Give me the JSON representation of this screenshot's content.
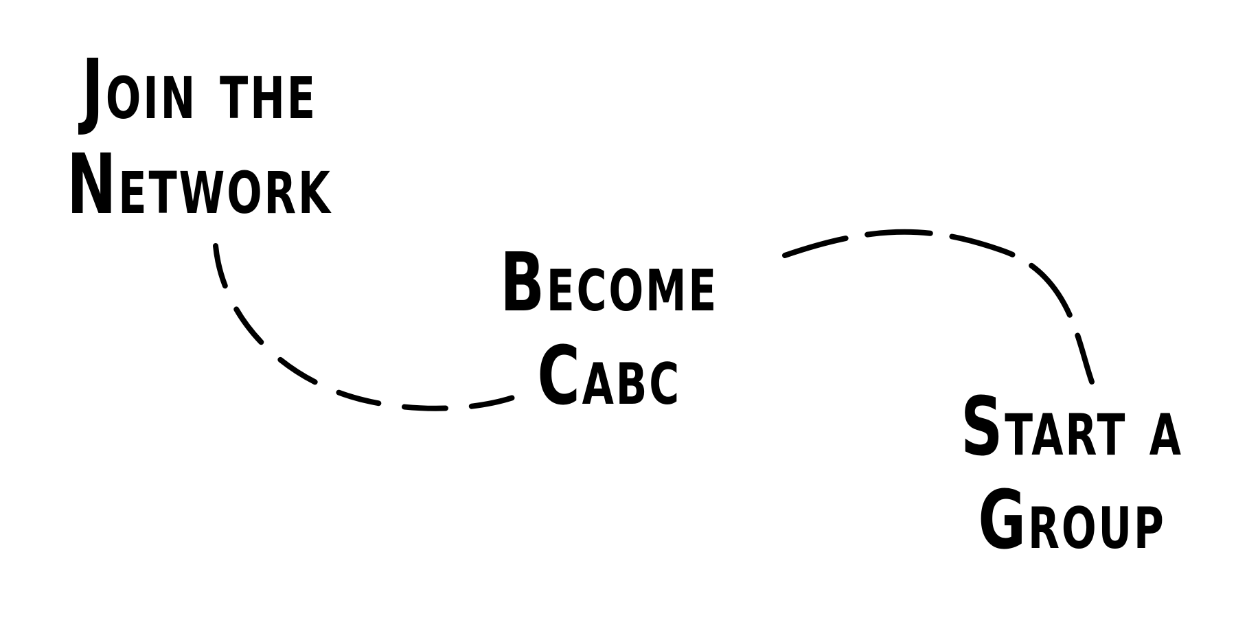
{
  "steps": [
    {
      "lines": [
        "Join the",
        "Network"
      ]
    },
    {
      "lines": [
        "Become",
        "CABC"
      ]
    },
    {
      "lines": [
        "Start a",
        "Group"
      ]
    }
  ],
  "colors": {
    "text": "#000000",
    "path": "#000000",
    "background": "#ffffff"
  }
}
